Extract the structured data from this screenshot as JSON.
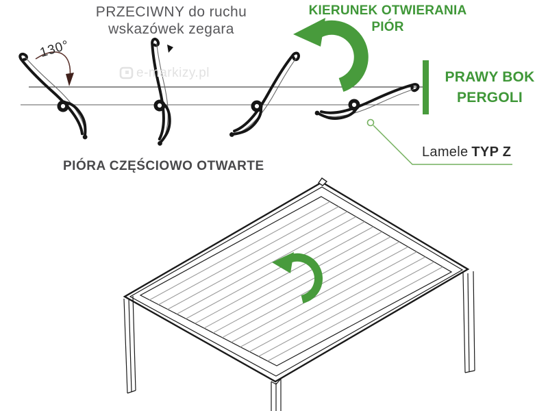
{
  "colors": {
    "green": "#489b3c",
    "green_text": "#3f9738",
    "leader_green": "#74b05e",
    "heading_gray": "#57575a",
    "caption_dark": "#48484a",
    "label_dark": "#2b2b2b",
    "line_dark": "#1a1a1a",
    "slat_gray": "#9a9a9a",
    "annotation_brown": "#5c342e",
    "watermark_gray": "#e2e2e2"
  },
  "top_diagram": {
    "heading_left_line1": "PRZECIWNY do ruchu",
    "heading_left_line2": "wskazówek zegara",
    "heading_right_line1": "KIERUNEK OTWIERANIA",
    "heading_right_line2": "PIÓR",
    "angle_label": "130°",
    "caption": "PIÓRA CZĘŚCIOWO OTWARTE",
    "side_label_line1": "PRAWY BOK",
    "side_label_line2": "PERGOLI",
    "lamella_label_regular": "Lamele",
    "lamella_label_bold": "TYP Z",
    "watermark": "e-markizy.pl",
    "icons": {
      "rotation_arrow": "curved-ccw-arrow",
      "angle_arc": "angle-arc-arrow",
      "direction_tick": "small-triangle-marker"
    }
  },
  "bottom_diagram": {
    "icons": {
      "rotation_arrow": "curved-ccw-arrow"
    }
  }
}
